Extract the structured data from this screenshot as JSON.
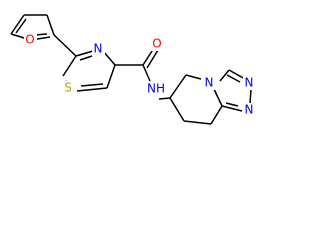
{
  "structure": {
    "atoms": {
      "o_furan": {
        "text": "O",
        "color": "#ff0000"
      },
      "s_thiazole": {
        "text": "S",
        "color": "#b8a900"
      },
      "n_thiazole": {
        "text": "N",
        "color": "#0000ff"
      },
      "o_carbonyl": {
        "text": "O",
        "color": "#ff0000"
      },
      "n_amide": {
        "text": "NH",
        "color": "#0000ff"
      },
      "n_triazole_fused": {
        "text": "N",
        "color": "#0000ff"
      },
      "n_triazole_top": {
        "text": "N",
        "color": "#0000ff"
      },
      "n_triazole_bottom": {
        "text": "N",
        "color": "#0000ff"
      }
    },
    "bond_color": "#000000"
  }
}
